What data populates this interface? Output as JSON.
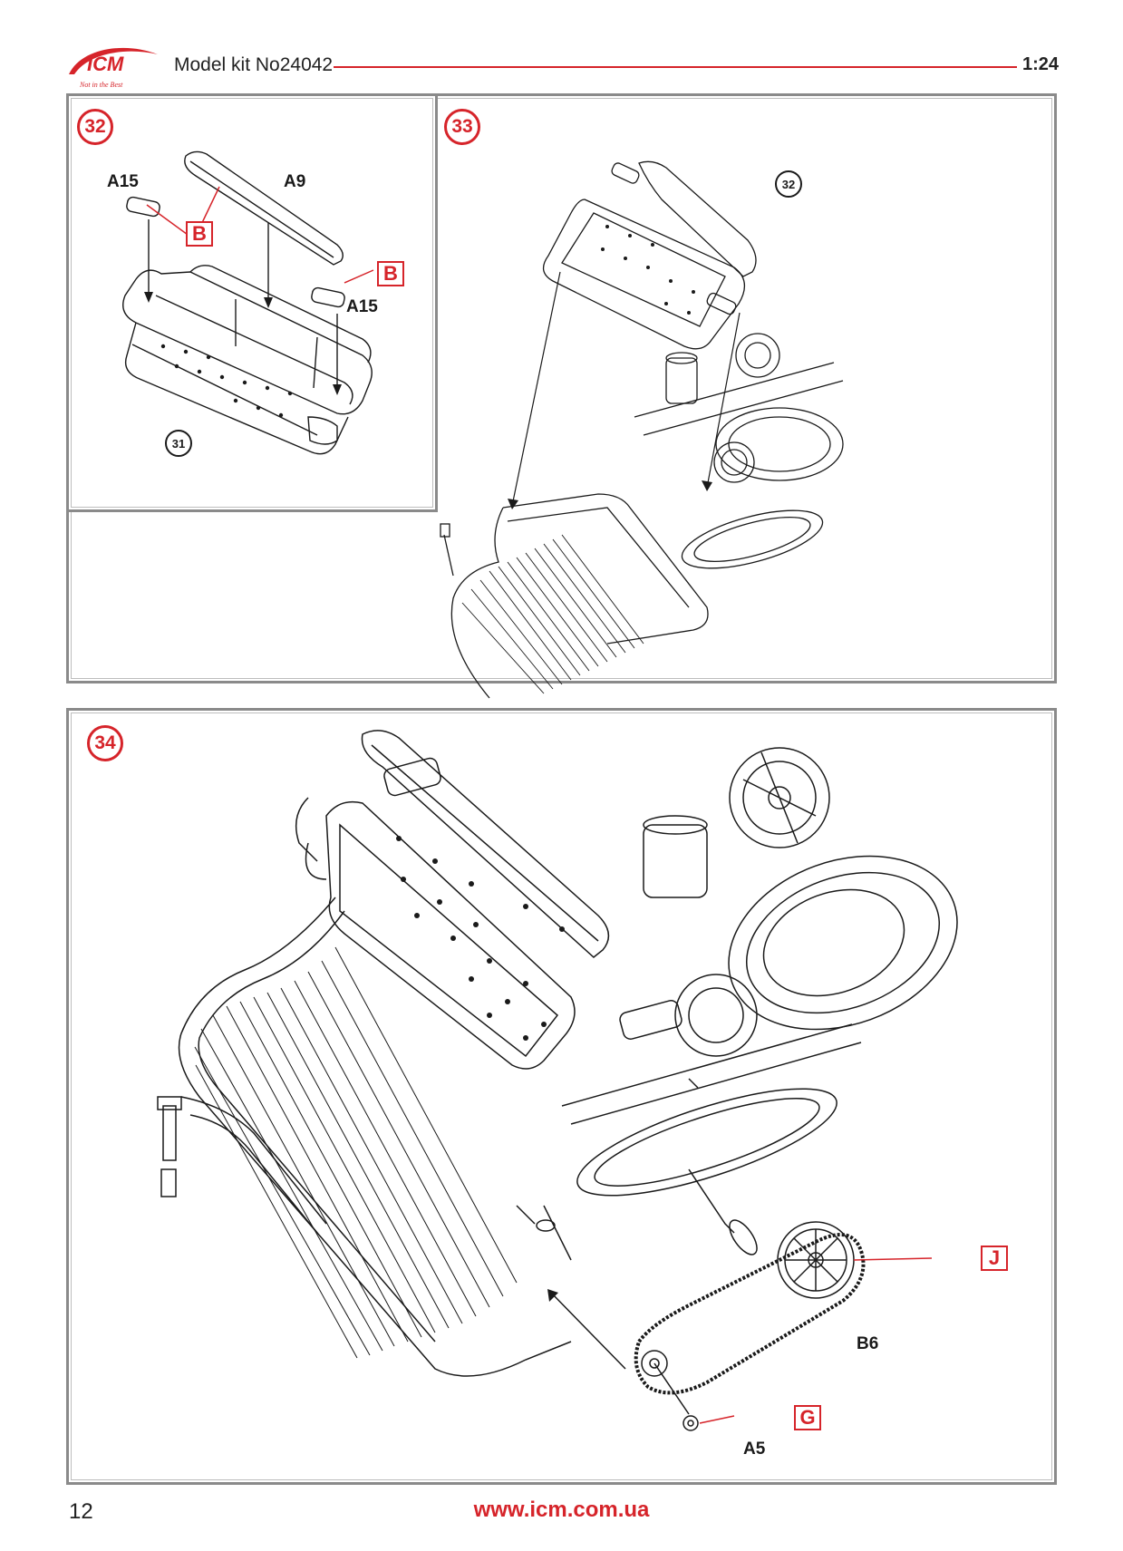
{
  "header": {
    "logo_text": "ICM",
    "logo_tagline": "Not in the Best",
    "kit_title": "Model kit No24042",
    "scale": "1:24"
  },
  "steps": {
    "s32": {
      "number": "32",
      "labels": {
        "a15_top": "A15",
        "a9": "A9",
        "a15_right": "A15"
      },
      "refs": {
        "b_top": "B",
        "b_right": "B"
      },
      "sub_ref": "31"
    },
    "s33": {
      "number": "33",
      "sub_ref": "32"
    },
    "s34": {
      "number": "34",
      "labels": {
        "b6": "B6",
        "a5": "A5"
      },
      "refs": {
        "j": "J",
        "g": "G"
      }
    }
  },
  "footer": {
    "page_number": "12",
    "website": "www.icm.com.ua"
  },
  "colors": {
    "accent": "#d6242a",
    "frame": "#8a8a8a",
    "line_art": "#1a1a1a"
  }
}
